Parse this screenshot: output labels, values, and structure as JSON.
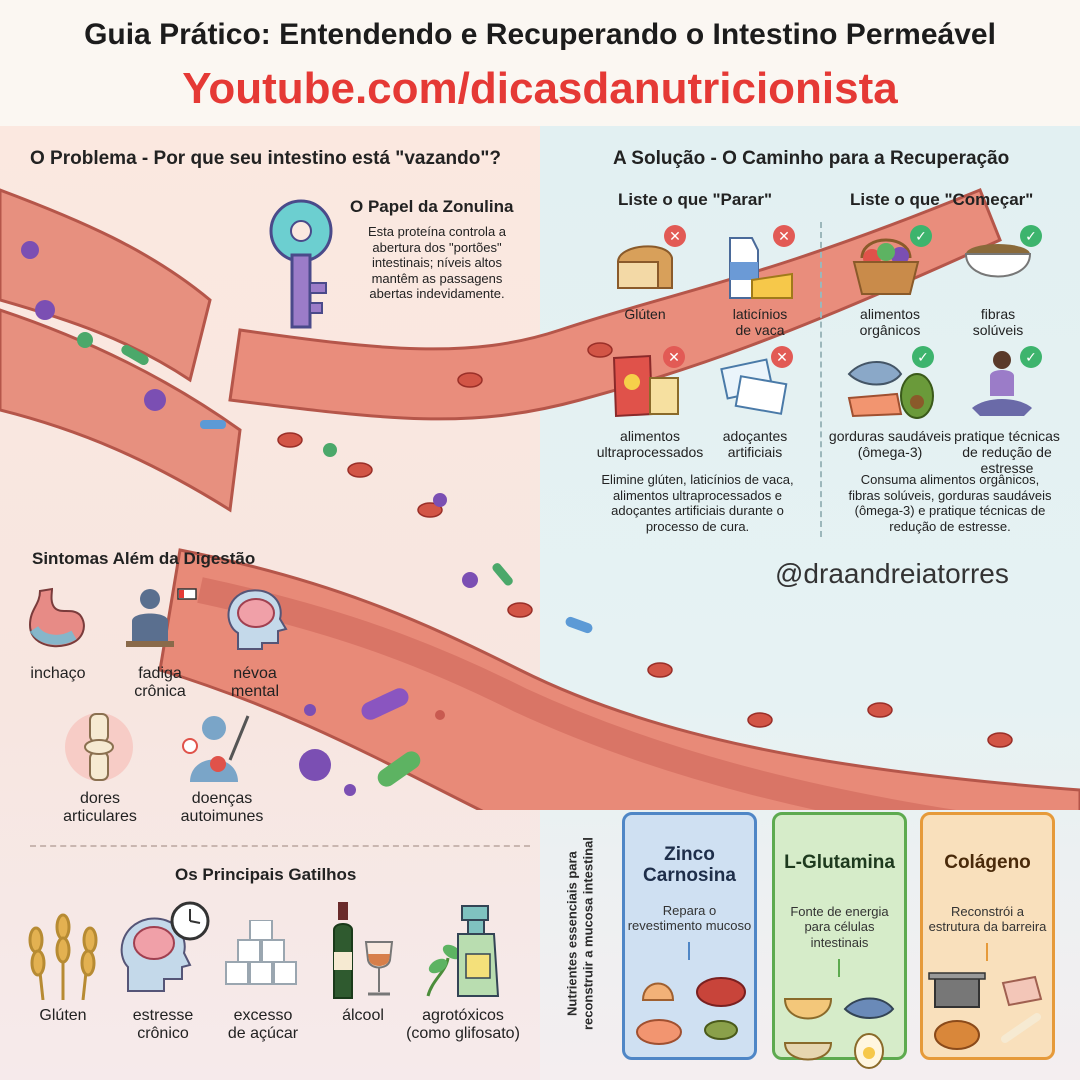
{
  "header": {
    "title": "Guia Prático: Entendendo e Recuperando o Intestino Permeável",
    "youtube": "Youtube.com/dicasdanutricionista"
  },
  "problem": {
    "heading": "O Problema - Por que seu intestino está \"vazando\"?",
    "zonulin": {
      "title": "O Papel da Zonulina",
      "text_lines": [
        "Esta proteína controla a",
        "abertura dos \"portões\"",
        "intestinais; níveis altos",
        "mantêm as passagens",
        "abertas indevidamente."
      ]
    }
  },
  "symptoms": {
    "heading": "Sintomas Além da Digestão",
    "items": [
      {
        "label_lines": [
          "inchaço"
        ],
        "icon": "stomach-icon"
      },
      {
        "label_lines": [
          "fadiga",
          "crônica"
        ],
        "icon": "tired-person-icon"
      },
      {
        "label_lines": [
          "névoa",
          "mental"
        ],
        "icon": "brain-head-icon"
      },
      {
        "label_lines": [
          "dores",
          "articulares"
        ],
        "icon": "knee-joint-icon"
      },
      {
        "label_lines": [
          "doenças",
          "autoimunes"
        ],
        "icon": "autoimmune-person-icon"
      }
    ]
  },
  "triggers": {
    "heading": "Os Principais Gatilhos",
    "items": [
      {
        "label_lines": [
          "Glúten"
        ],
        "icon": "wheat-icon"
      },
      {
        "label_lines": [
          "estresse",
          "crônico"
        ],
        "icon": "stress-clock-icon"
      },
      {
        "label_lines": [
          "excesso",
          "de açúcar"
        ],
        "icon": "sugar-cubes-icon"
      },
      {
        "label_lines": [
          "álcool"
        ],
        "icon": "wine-icon"
      },
      {
        "label_lines": [
          "agrotóxicos",
          "(como glifosato)"
        ],
        "icon": "spray-bottle-icon"
      }
    ]
  },
  "solution": {
    "heading": "A Solução - O Caminho para a Recuperação",
    "stop": {
      "heading": "Liste o que \"Parar\"",
      "items": [
        {
          "label_lines": [
            "Glúten"
          ],
          "icon": "bread-icon"
        },
        {
          "label_lines": [
            "laticínios",
            "de vaca"
          ],
          "icon": "milk-cheese-icon"
        },
        {
          "label_lines": [
            "alimentos",
            "ultraprocessados"
          ],
          "icon": "snacks-icon"
        },
        {
          "label_lines": [
            "adoçantes",
            "artificiais"
          ],
          "icon": "sweetener-packets-icon"
        }
      ],
      "summary_lines": [
        "Elimine glúten, laticínios de vaca,",
        "alimentos ultraprocessados e",
        "adoçantes artificiais durante o",
        "processo de cura."
      ]
    },
    "start": {
      "heading": "Liste o que \"Começar\"",
      "items": [
        {
          "label_lines": [
            "alimentos",
            "orgânicos"
          ],
          "icon": "vegetable-basket-icon"
        },
        {
          "label_lines": [
            "fibras",
            "solúveis"
          ],
          "icon": "fiber-bowl-icon"
        },
        {
          "label_lines": [
            "gorduras saudáveis",
            "(ômega-3)"
          ],
          "icon": "fish-avocado-icon"
        },
        {
          "label_lines": [
            "pratique técnicas",
            "de redução de",
            "estresse"
          ],
          "icon": "meditation-icon"
        }
      ],
      "summary_lines": [
        "Consuma alimentos orgânicos,",
        "fibras solúveis, gorduras saudáveis",
        "(ômega-3) e pratique técnicas de",
        "redução de estresse."
      ]
    }
  },
  "handle": "@draandreiatorres",
  "nutrients": {
    "vertical_label_lines": [
      "Nutrientes essenciais para",
      "reconstruir a mucosa intestinal"
    ],
    "boxes": [
      {
        "title_lines": [
          "Zinco",
          "Carnosina"
        ],
        "desc_lines": [
          "Repara o",
          "revestimento mucoso"
        ],
        "color": "#4f86c6",
        "fill": "#cfe0f2"
      },
      {
        "title_lines": [
          "L-Glutamina"
        ],
        "desc_lines": [
          "Fonte de energia",
          "para células intestinais"
        ],
        "color": "#5daa4f",
        "fill": "#d6ecc9"
      },
      {
        "title_lines": [
          "Colágeno"
        ],
        "desc_lines": [
          "Reconstrói a",
          "estrutura da barreira"
        ],
        "color": "#e69a3a",
        "fill": "#f9e0bc"
      }
    ]
  },
  "colors": {
    "accent_red": "#e53935",
    "stop_badge": "#e25a55",
    "start_badge": "#3db46d"
  }
}
